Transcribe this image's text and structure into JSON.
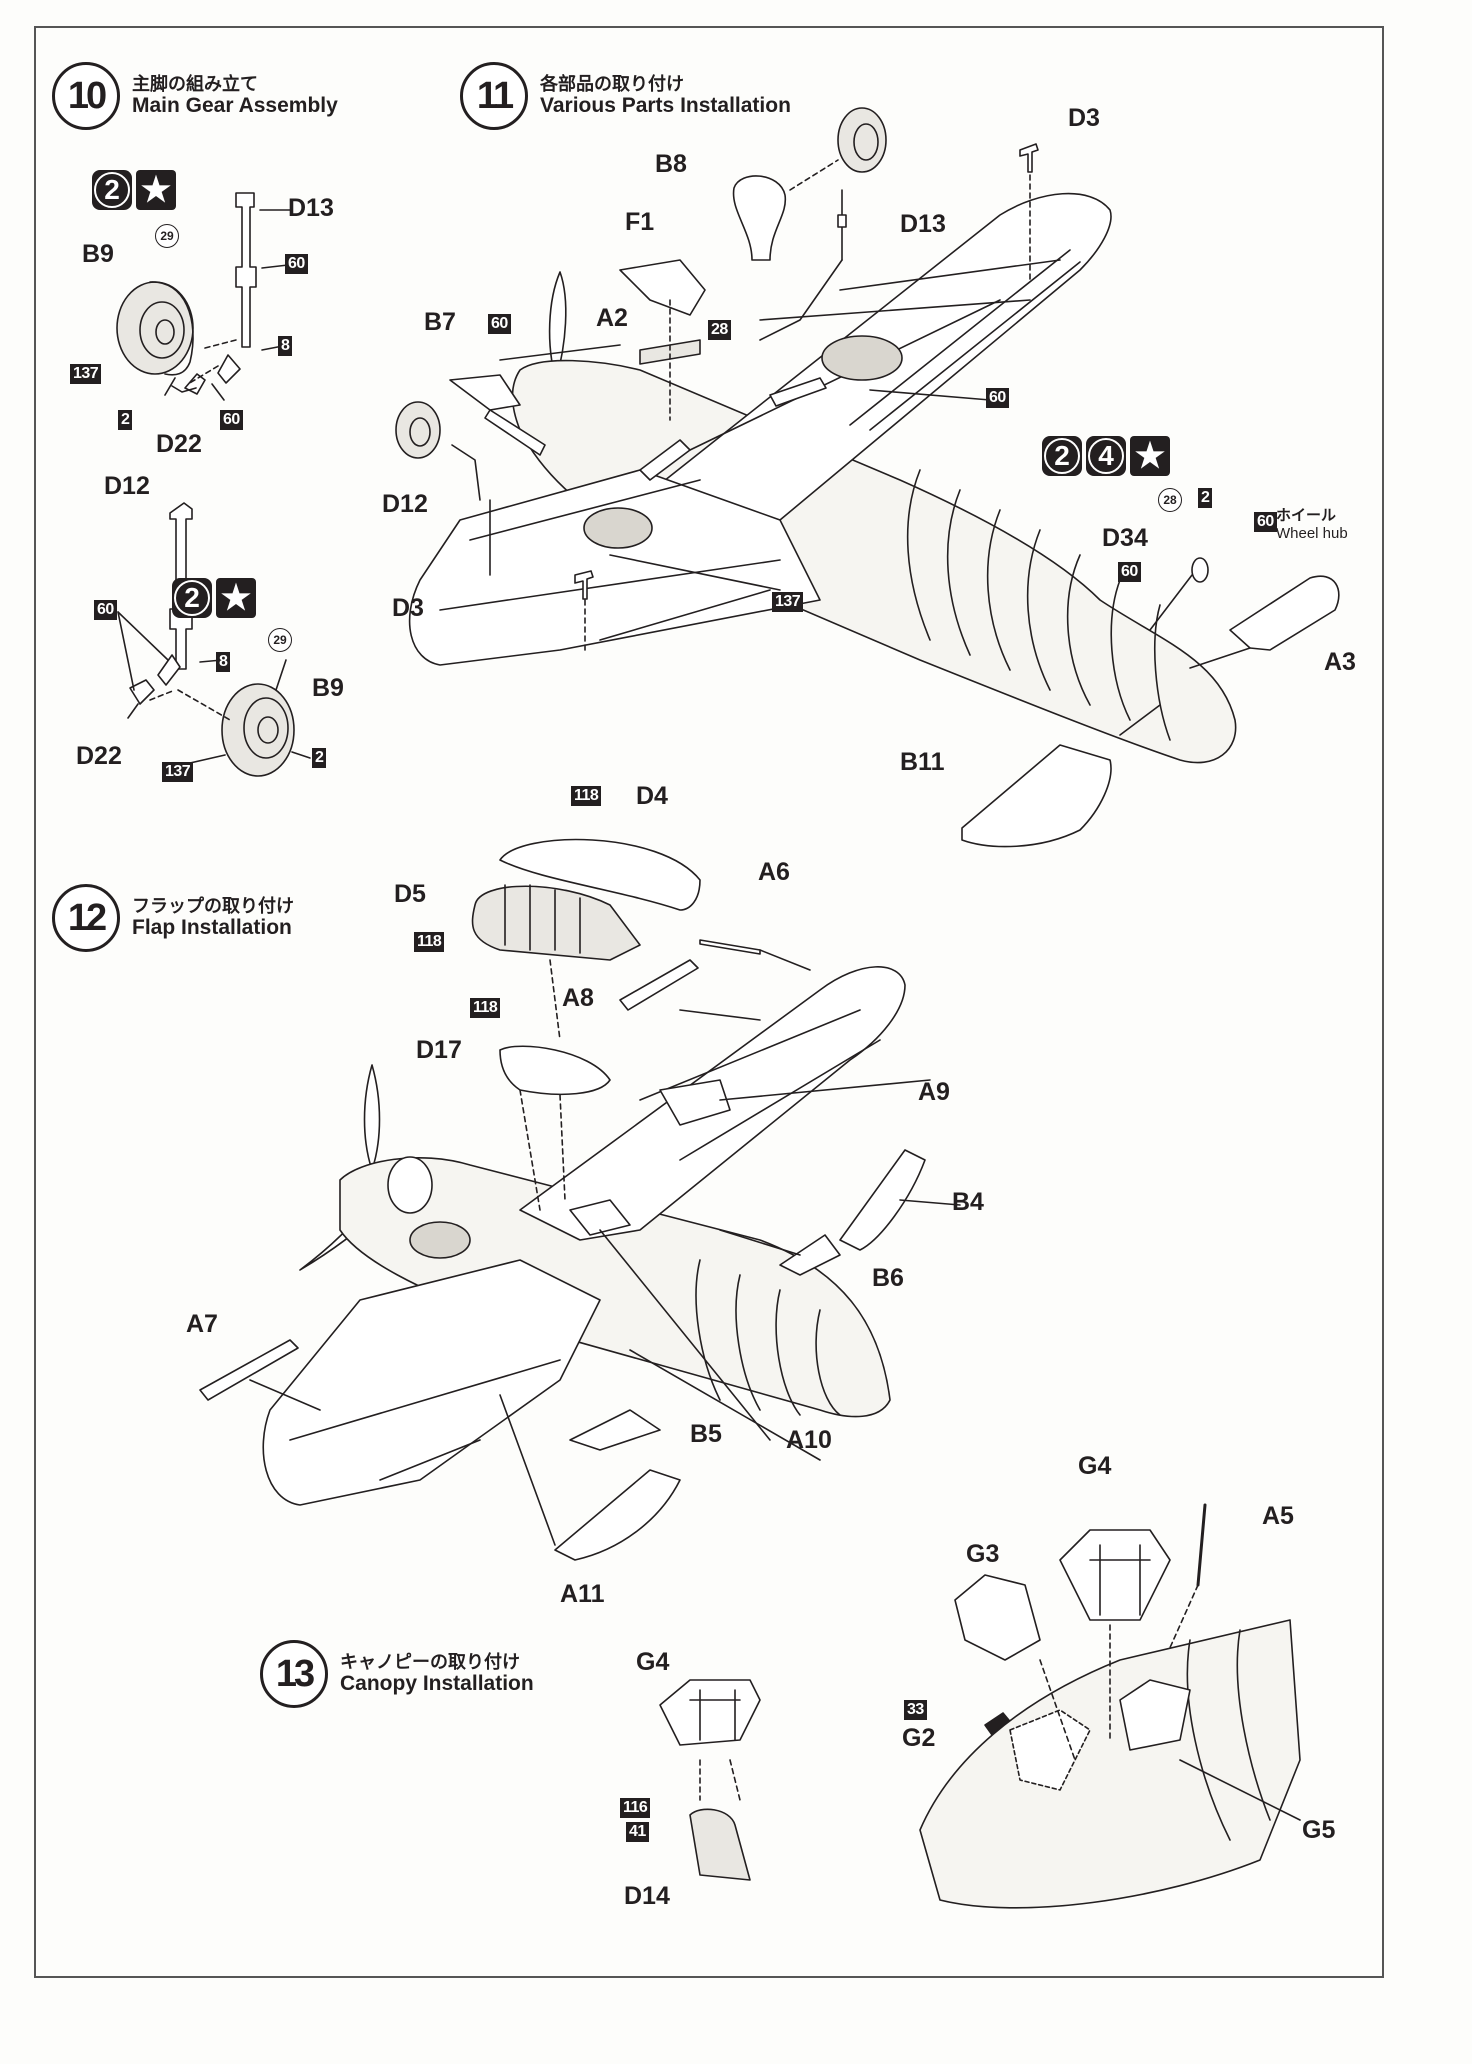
{
  "steps": [
    {
      "number": "10",
      "jp": "主脚の組み立て",
      "en": "Main Gear Assembly"
    },
    {
      "number": "11",
      "jp": "各部品の取り付け",
      "en": "Various Parts Installation"
    },
    {
      "number": "12",
      "jp": "フラップの取り付け",
      "en": "Flap Installation"
    },
    {
      "number": "13",
      "jp": "キャノピーの取り付け",
      "en": "Canopy Installation"
    }
  ],
  "badges": {
    "step10_top": [
      "2",
      "★"
    ],
    "step10_bottom": [
      "2",
      "★"
    ],
    "step11": [
      "2",
      "4",
      "★"
    ]
  },
  "step10": {
    "top": {
      "parts": [
        "D13",
        "B9",
        "D22"
      ],
      "paint_codes": [
        "60",
        "8",
        "137",
        "2",
        "60"
      ],
      "ring_code": "29"
    },
    "bottom": {
      "parts": [
        "D12",
        "D22",
        "B9"
      ],
      "paint_codes": [
        "60",
        "8",
        "137",
        "2"
      ],
      "ring_code": "29"
    }
  },
  "step11": {
    "parts": [
      "D3",
      "B8",
      "D13",
      "F1",
      "A2",
      "B7",
      "D12",
      "D3",
      "D34",
      "A3",
      "B11"
    ],
    "paint_codes": [
      "28",
      "60",
      "60",
      "60",
      "137",
      "2",
      "60"
    ],
    "ring_code": "28",
    "wheel_hub_jp": "ホイール",
    "wheel_hub_en": "Wheel hub"
  },
  "step12": {
    "parts": [
      "D4",
      "D5",
      "A6",
      "A8",
      "D17",
      "A9",
      "B4",
      "B6",
      "A7",
      "B5",
      "A10",
      "A11"
    ],
    "paint_codes": [
      "118",
      "118",
      "118"
    ]
  },
  "step13": {
    "parts": [
      "G4",
      "G3",
      "A5",
      "G2",
      "G5",
      "G4",
      "D14"
    ],
    "paint_codes": [
      "33",
      "116",
      "41"
    ]
  }
}
